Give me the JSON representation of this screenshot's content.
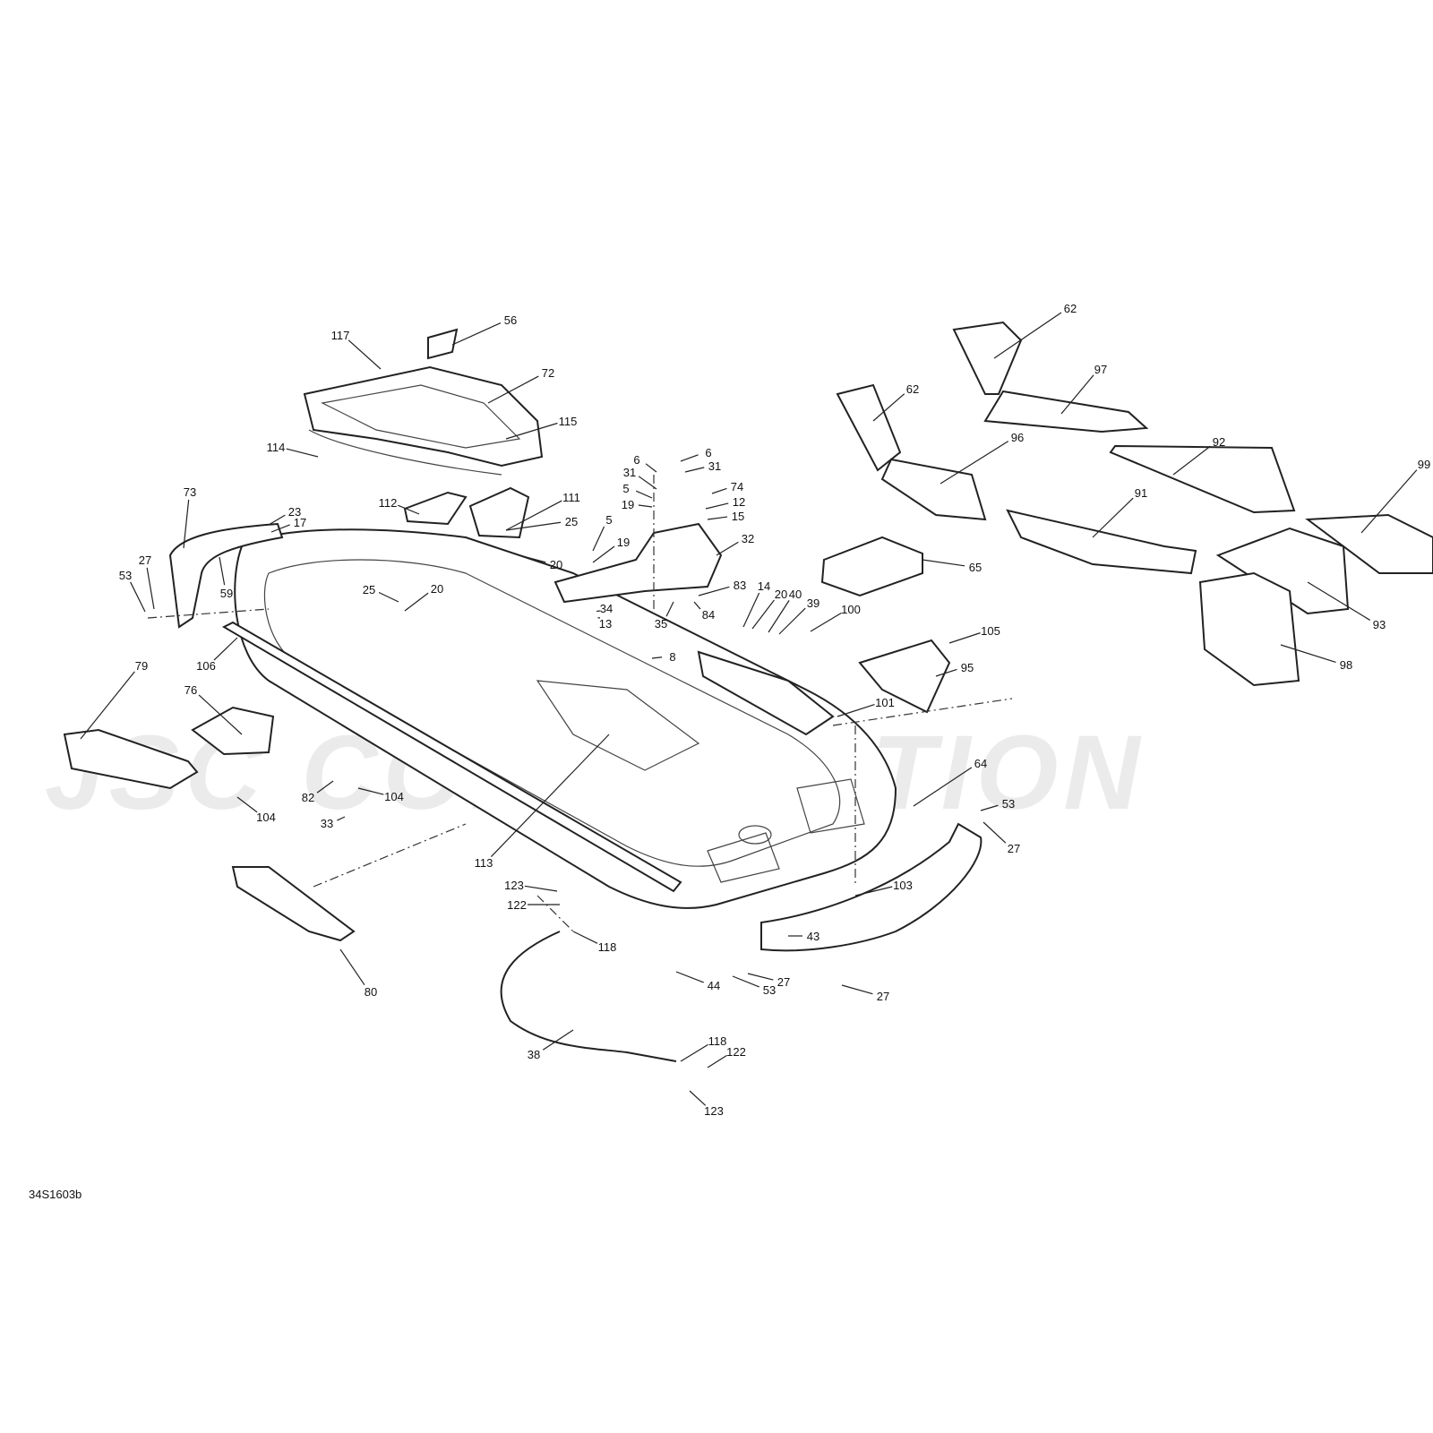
{
  "diagram_code": "34S1603b",
  "watermark": "JSC CORPORATION",
  "callouts": [
    "56",
    "117",
    "72",
    "115",
    "114",
    "112",
    "111",
    "25",
    "20",
    "73",
    "23",
    "17",
    "27",
    "53",
    "59",
    "25",
    "20",
    "106",
    "6",
    "31",
    "5",
    "19",
    "6",
    "31",
    "74",
    "12",
    "15",
    "5",
    "19",
    "32",
    "83",
    "84",
    "14",
    "20",
    "40",
    "39",
    "100",
    "34",
    "13",
    "35",
    "8",
    "79",
    "76",
    "101",
    "82",
    "104",
    "104",
    "33",
    "113",
    "64",
    "53",
    "27",
    "103",
    "123",
    "122",
    "118",
    "80",
    "44",
    "27",
    "53",
    "43",
    "27",
    "38",
    "118",
    "122",
    "123",
    "62",
    "97",
    "62",
    "96",
    "92",
    "91",
    "99",
    "65",
    "93",
    "98",
    "105",
    "95"
  ]
}
